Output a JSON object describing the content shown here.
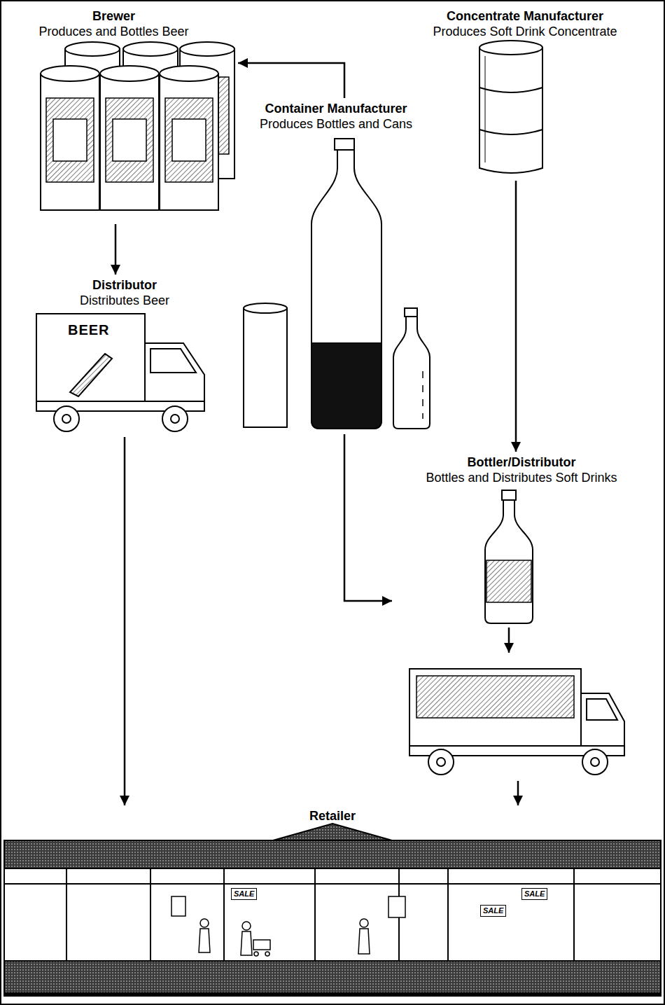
{
  "diagram": {
    "nodes": [
      {
        "text": [
          "Brewer",
          "Produces and Bottles Beer"
        ]
      },
      {
        "text": [
          "Concentrate Manufacturer",
          "Produces Soft Drink Concentrate"
        ]
      },
      {
        "text": [
          "Container Manufacturer",
          "Produces Bottles and Cans"
        ]
      },
      {
        "text": [
          "Distributor",
          "Distributes Beer"
        ]
      },
      {
        "text": [
          "Bottler/Distributor",
          "Bottles and Distributes Soft Drinks"
        ]
      },
      {
        "text": [
          "Retailer"
        ]
      }
    ],
    "edges": [
      {
        "from": 2,
        "to": 0,
        "arrow": "to"
      },
      {
        "from": 0,
        "to": 3,
        "arrow": "to"
      },
      {
        "from": 1,
        "to": 4,
        "arrow": "to"
      },
      {
        "from": 2,
        "to": 4,
        "arrow": "to"
      },
      {
        "from": 3,
        "to": 5,
        "arrow": "to"
      },
      {
        "from": 4,
        "to": 5,
        "arrow": "to"
      }
    ],
    "labels": [
      "BEER",
      "SALE",
      "SALE",
      "SALE"
    ]
  }
}
